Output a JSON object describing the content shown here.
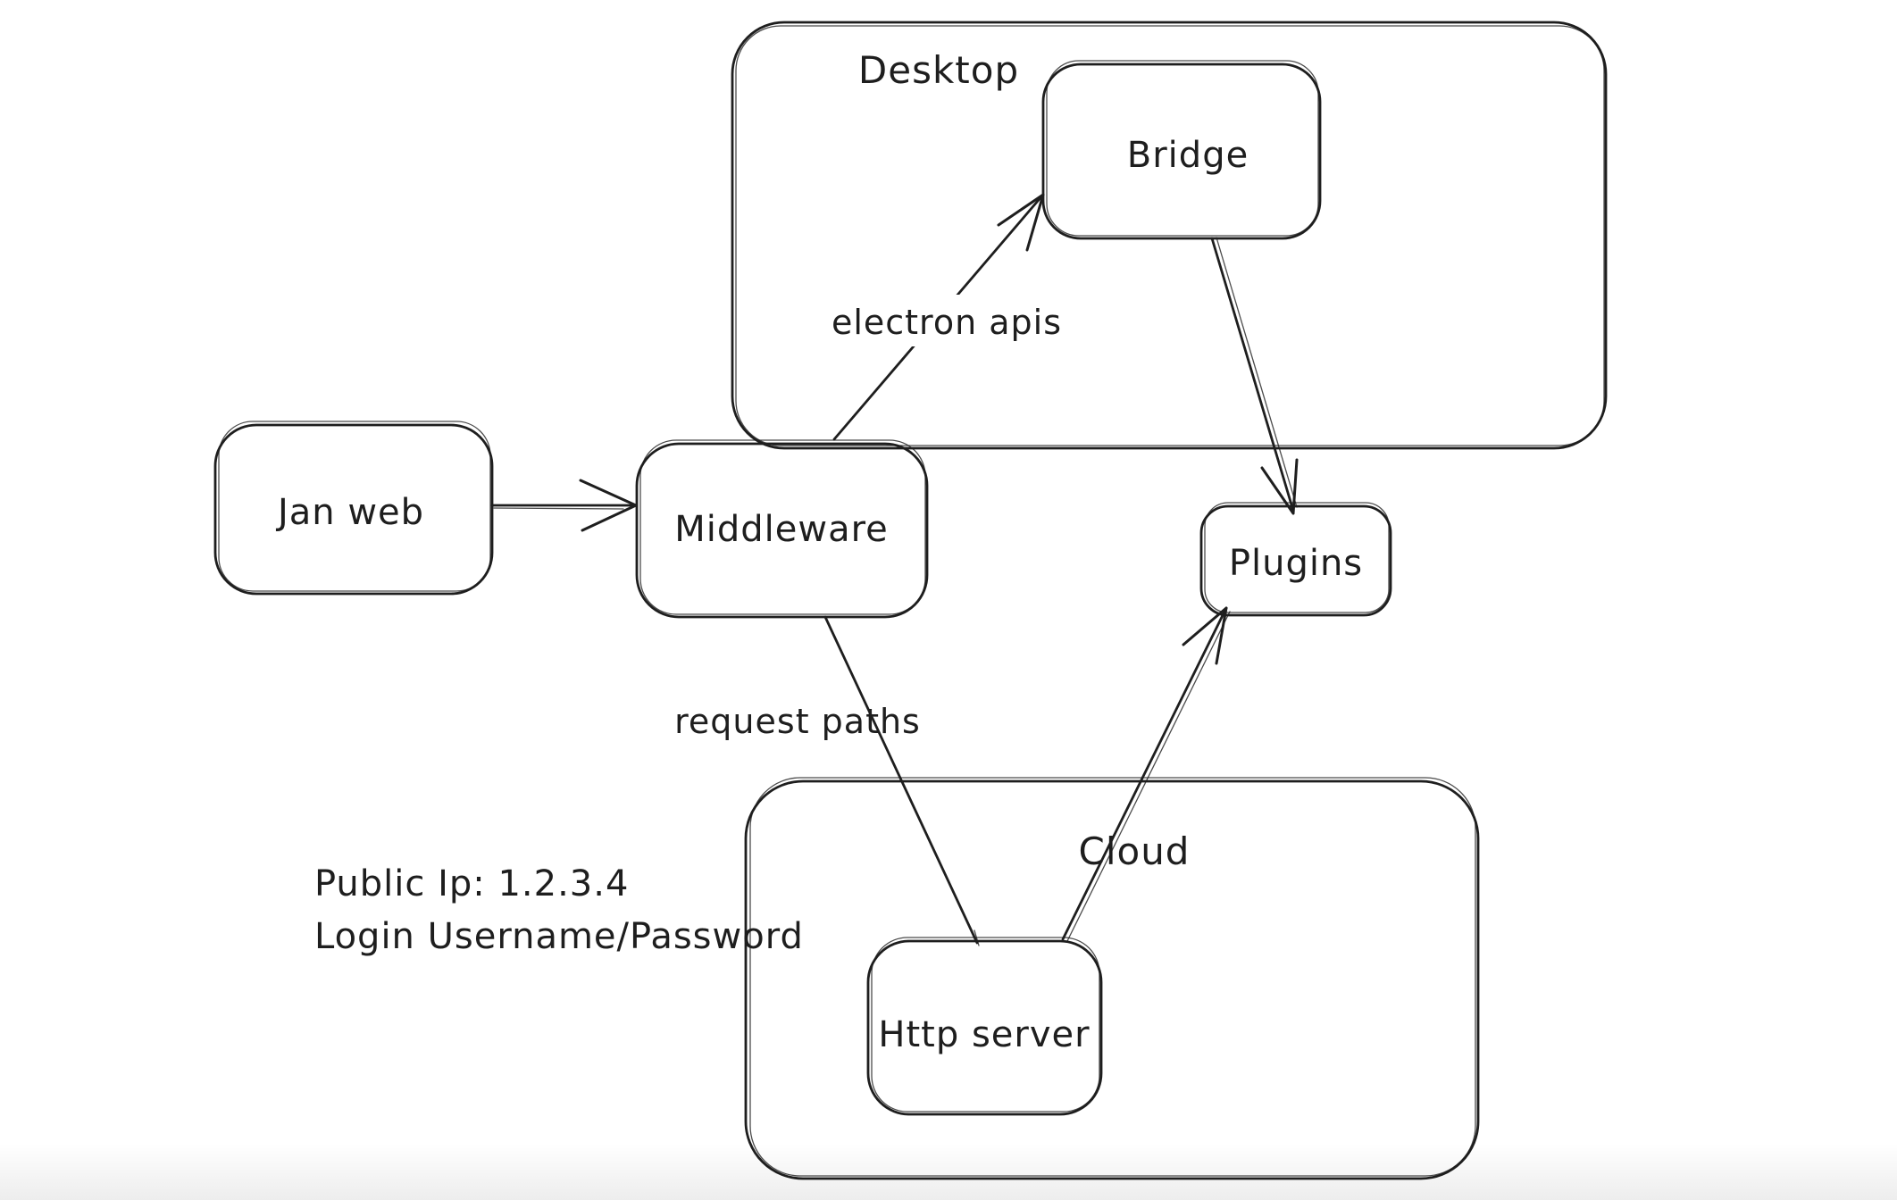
{
  "canvas": {
    "background": "#ffffff",
    "ink_color": "#1e1e1e"
  },
  "containers": {
    "desktop": {
      "label": "Desktop"
    },
    "cloud": {
      "label": "Cloud"
    }
  },
  "nodes": {
    "jan_web": {
      "label": "Jan web"
    },
    "bridge": {
      "label": "Bridge"
    },
    "middleware": {
      "label": "Middleware"
    },
    "plugins": {
      "label": "Plugins"
    },
    "http_server": {
      "label": "Http server"
    }
  },
  "edges": {
    "jan_web_to_middleware": {
      "from": "jan_web",
      "to": "middleware",
      "label": ""
    },
    "middleware_to_bridge": {
      "from": "middleware",
      "to": "bridge",
      "label": "electron apis"
    },
    "bridge_to_plugins": {
      "from": "bridge",
      "to": "plugins",
      "label": ""
    },
    "middleware_to_http_server": {
      "from": "middleware",
      "to": "http_server",
      "label": "request paths"
    },
    "http_server_to_plugins": {
      "from": "http_server",
      "to": "plugins",
      "label": ""
    }
  },
  "annotation": {
    "line1": "Public Ip: 1.2.3.4",
    "line2": "Login Username/Password"
  }
}
